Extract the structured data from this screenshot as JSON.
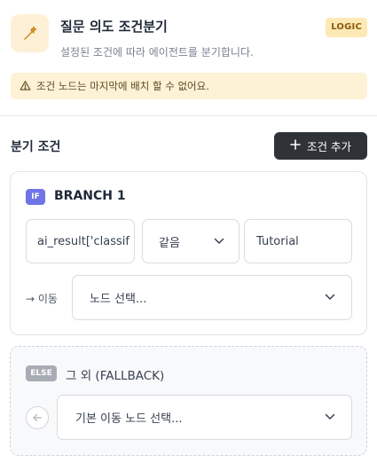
{
  "header": {
    "title": "질문 의도 조건분기",
    "subtitle": "설정된 조건에 따라 에이전트를 분기합니다.",
    "badge": "LOGIC",
    "icon": "sparkle-wand-icon"
  },
  "warning": {
    "icon": "warning-triangle-icon",
    "text": "조건 노드는 마지막에 배치 할 수 없어요."
  },
  "conditions": {
    "section_title": "분기 조건",
    "add_button_label": "조건 추가"
  },
  "branch": {
    "tag": "IF",
    "title": "BRANCH 1",
    "left_value": "ai_result['classif",
    "operator": "같음",
    "right_value": "Tutorial",
    "move_label": "→ 이동",
    "target_select": "노드 선택..."
  },
  "fallback": {
    "tag": "ELSE",
    "title": "그 외 (FALLBACK)",
    "default_select": "기본 이동 노드 선택..."
  },
  "colors": {
    "accent_dark": "#2f3338",
    "warning_bg": "#fdf1d6",
    "if_tag": "#6f74e6",
    "else_tag": "#a8adb5",
    "badge_bg": "#fde9b6"
  }
}
